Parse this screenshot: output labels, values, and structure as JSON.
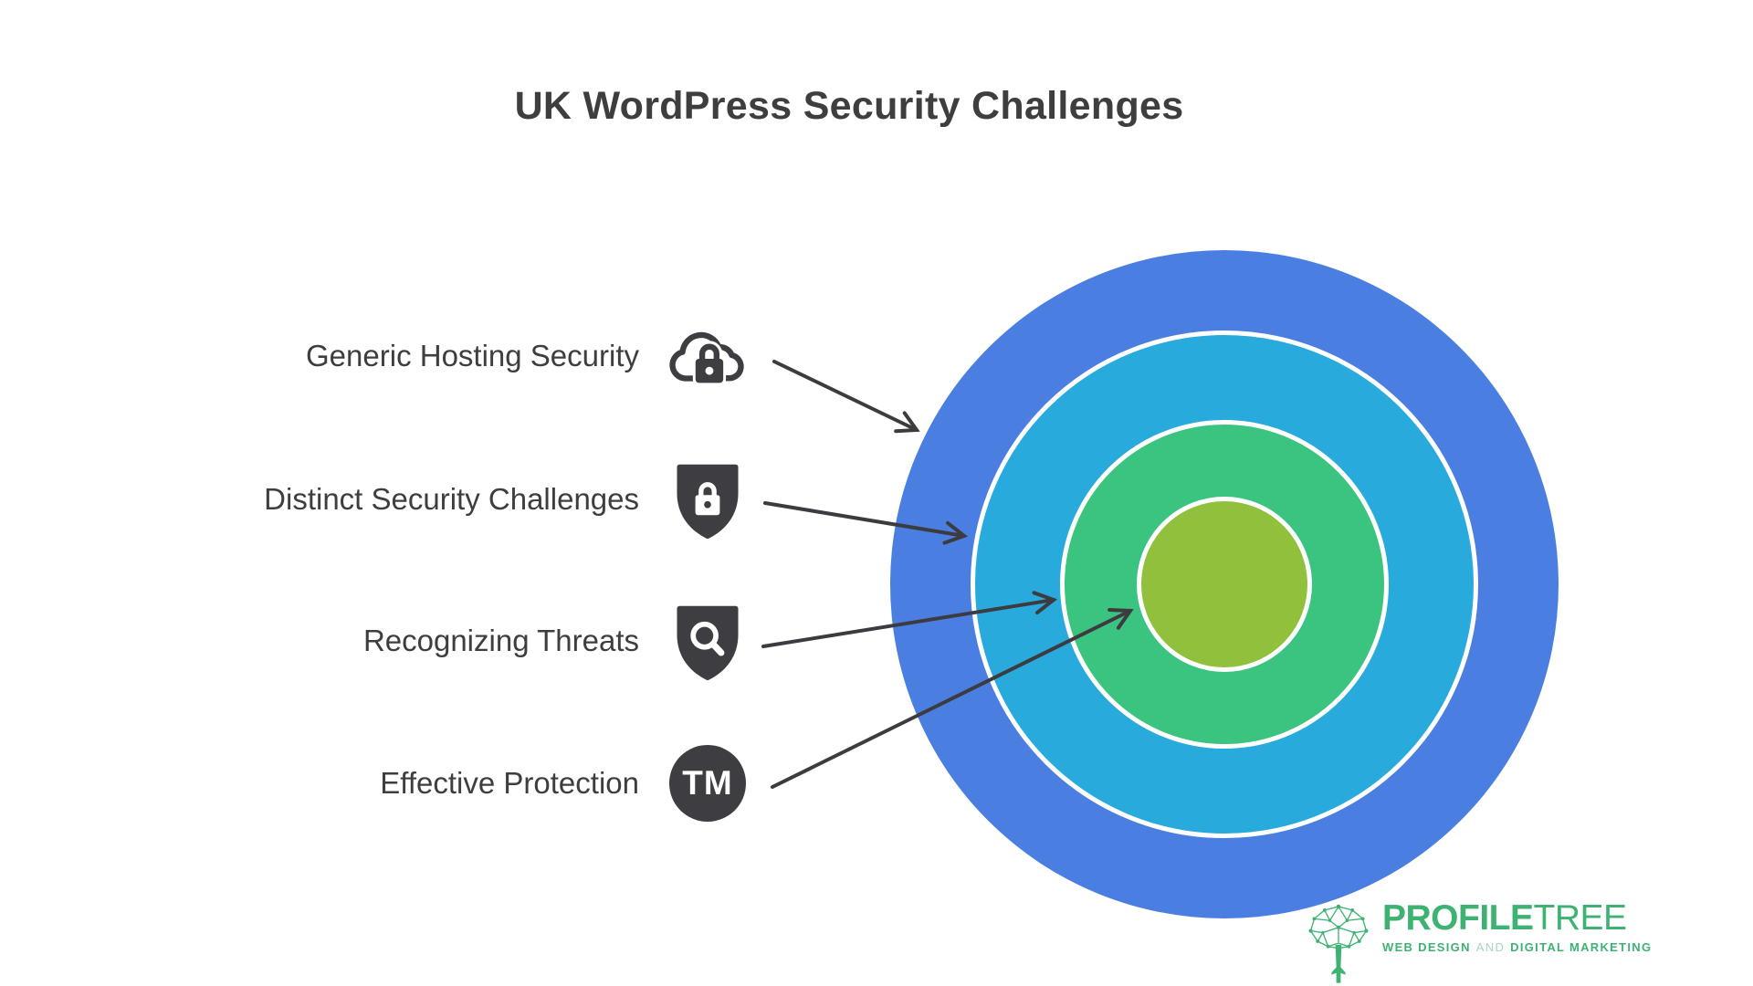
{
  "title": "UK WordPress Security Challenges",
  "colors": {
    "text": "#3E3E3E",
    "icon_dark": "#3E3E42",
    "arrow": "#3C3C40",
    "ring_outer_blue": "#4A7FE1",
    "ring_second_cyan": "#29AADC",
    "ring_third_green": "#3BC47F",
    "ring_center_yellow_green": "#90C03C",
    "logo_green": "#3DB273"
  },
  "items": [
    {
      "label": "Generic Hosting Security",
      "icon": "cloud-lock-icon"
    },
    {
      "label": "Distinct Security Challenges",
      "icon": "shield-lock-icon"
    },
    {
      "label": "Recognizing Threats",
      "icon": "shield-search-icon"
    },
    {
      "label": "Effective Protection",
      "icon": "trademark-icon",
      "icon_text": "TM"
    }
  ],
  "rings": [
    {
      "color": "#4A7FE1"
    },
    {
      "color": "#29AADC"
    },
    {
      "color": "#3BC47F"
    },
    {
      "color": "#90C03C"
    }
  ],
  "logo": {
    "brand_primary": "PROFILE",
    "brand_secondary": "TREE",
    "tagline_web": "WEB DESIGN",
    "tagline_and": "AND",
    "tagline_marketing": "DIGITAL MARKETING"
  }
}
